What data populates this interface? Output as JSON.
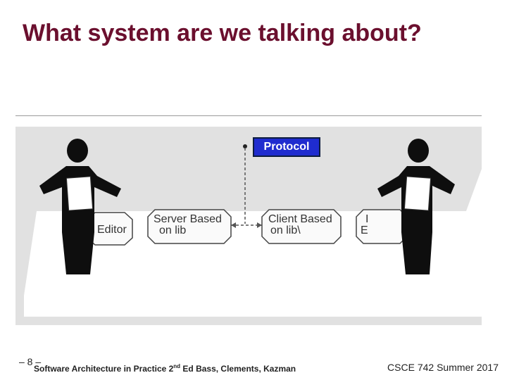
{
  "slide": {
    "title": "What system are we talking about?",
    "page_number": "– 8 –",
    "footer_left": {
      "text_before": "Software Architecture in Practice 2",
      "superscript": "nd",
      "text_after": " Ed  Bass, Clements, Kazman"
    },
    "footer_right": "CSCE 742 Summer 2017"
  },
  "figure": {
    "protocol_label": "Protocol",
    "components": {
      "editor": "Editor",
      "server_based_line1": "Server Based",
      "server_based_line2": "on lib",
      "client_based_line1": "Client Based",
      "client_based_line2": "on lib\\",
      "right_partial_line1": "I",
      "right_partial_line2": "E"
    }
  }
}
